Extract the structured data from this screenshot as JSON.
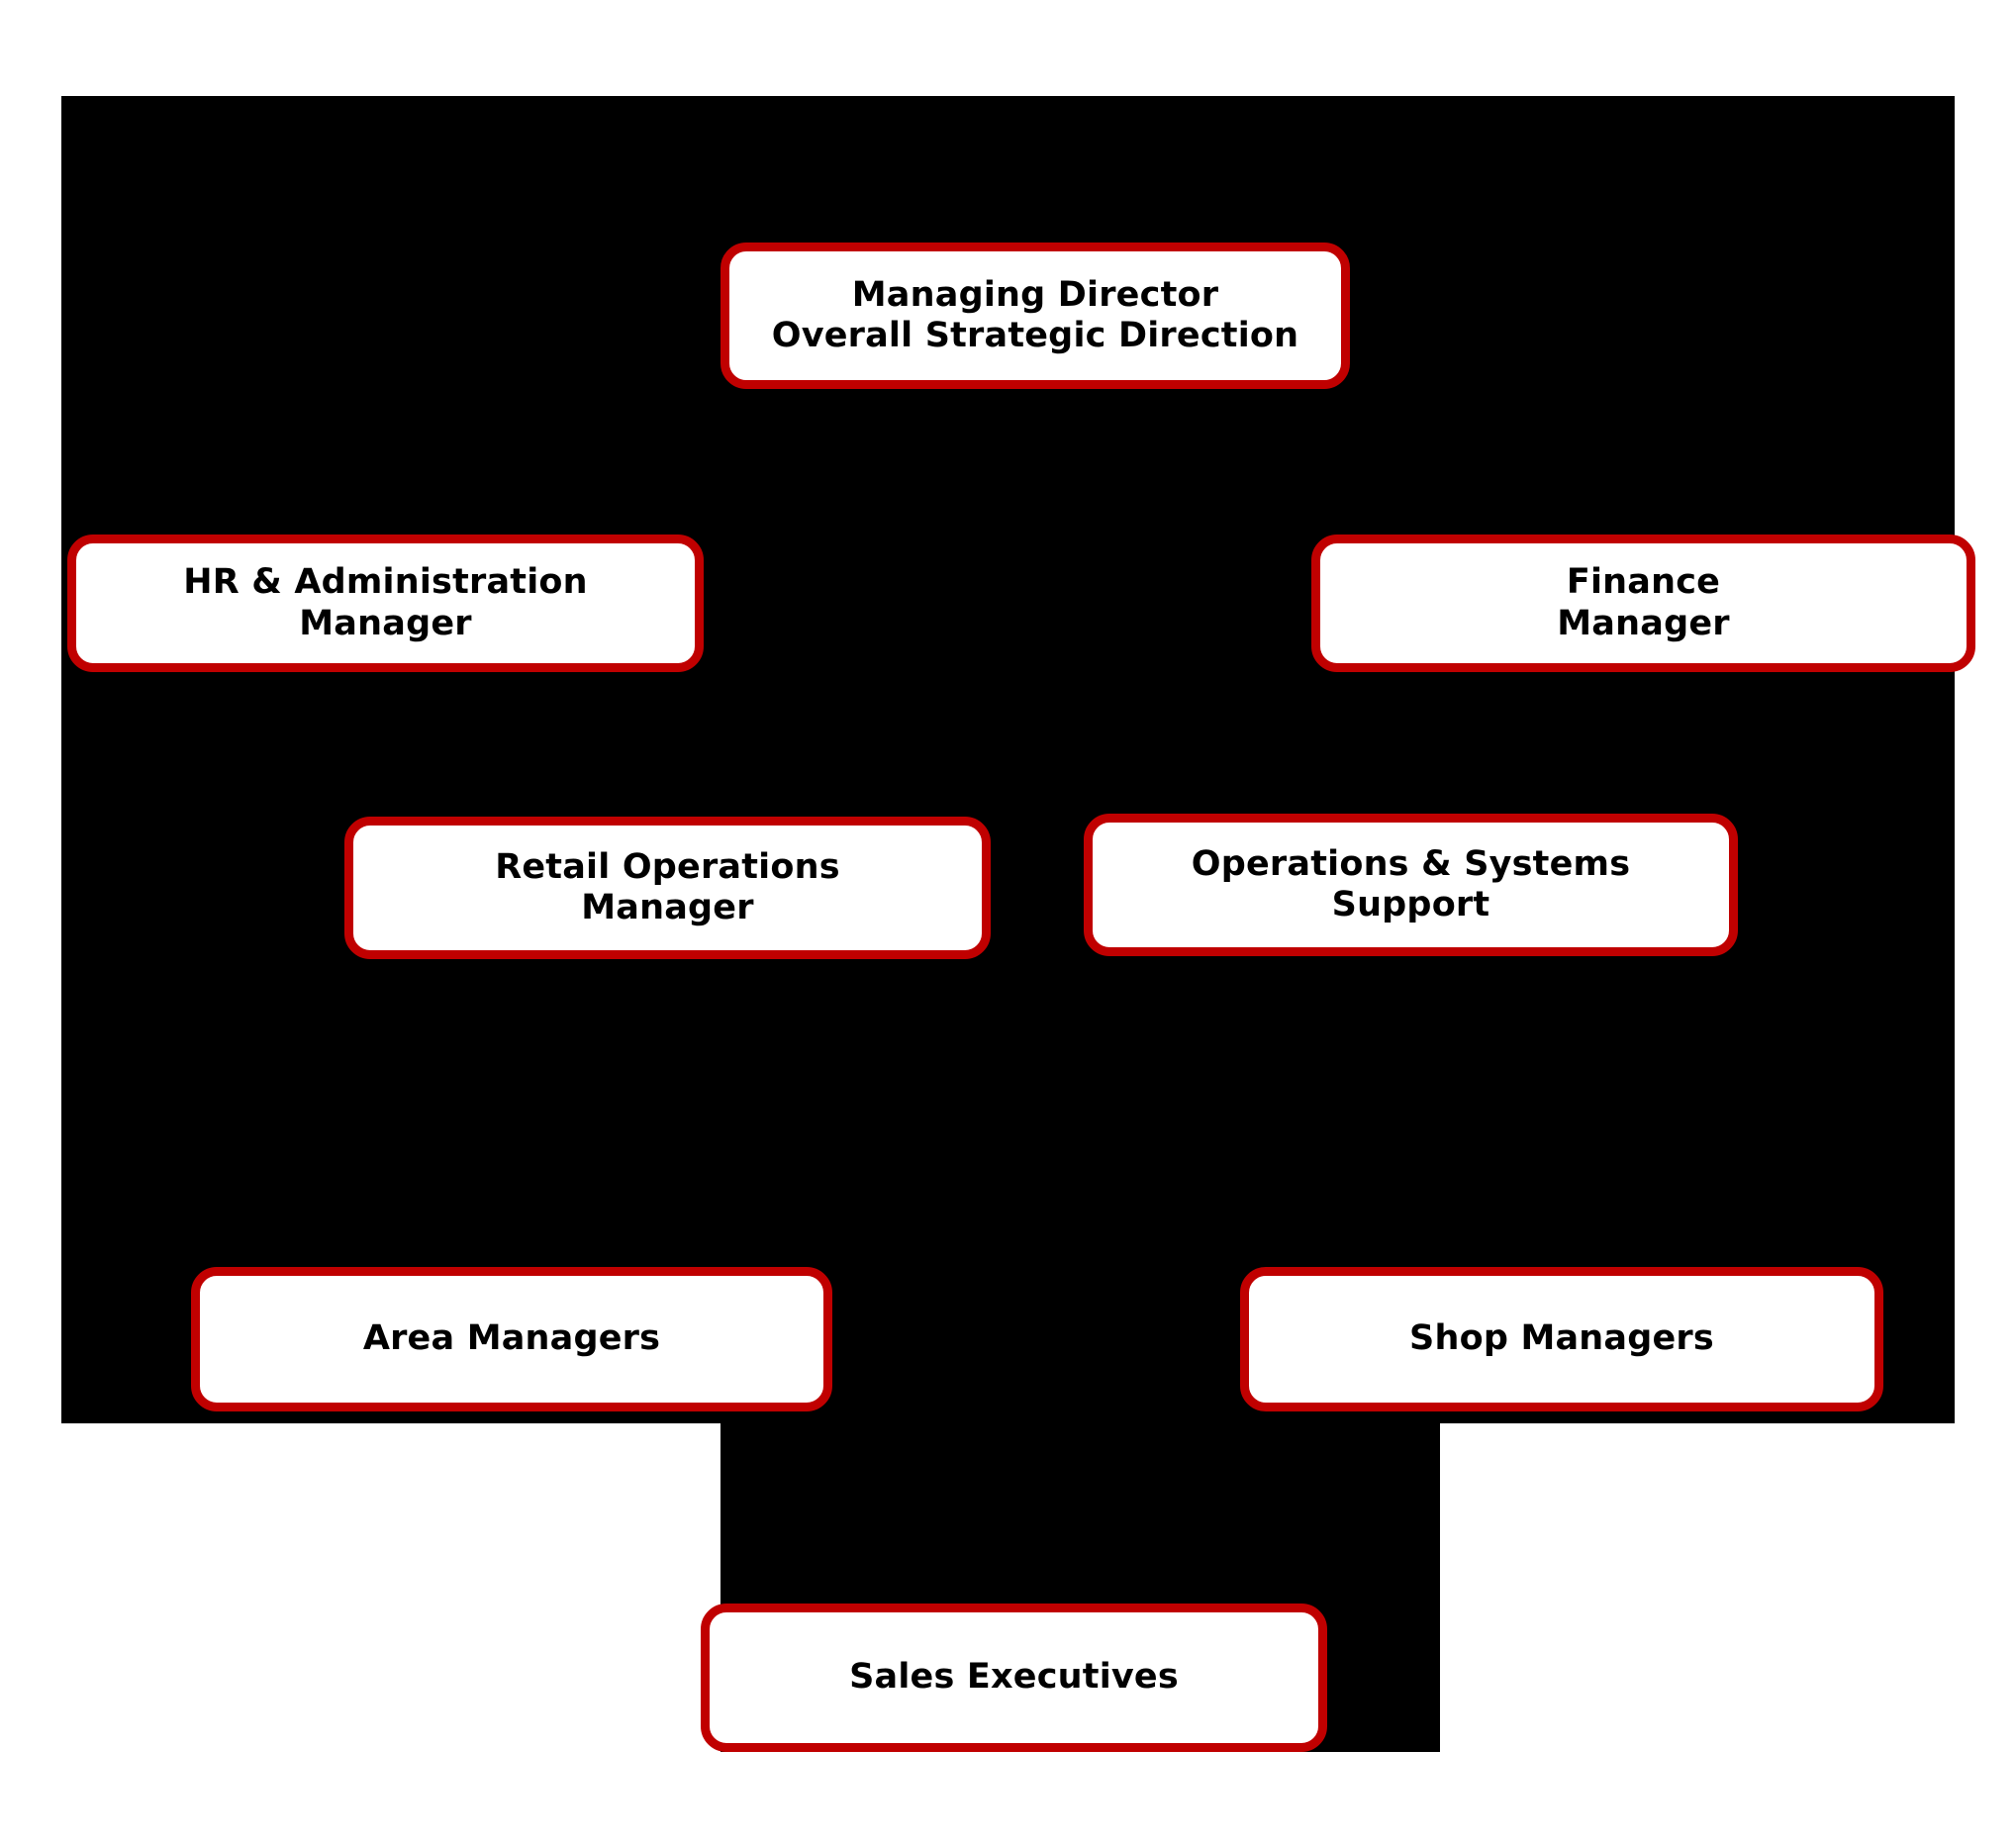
{
  "diagram": {
    "type": "organization-chart",
    "colors": {
      "node_border": "#c00000",
      "node_fill": "#ffffff",
      "node_text": "#000000",
      "backdrop": "#000000",
      "page_background": "#ffffff"
    },
    "nodes": [
      {
        "id": "managing-director",
        "label": "Managing Director\nOverall Strategic Direction",
        "level": 1
      },
      {
        "id": "hr-administration-manager",
        "label": "HR & Administration\nManager",
        "level": 2
      },
      {
        "id": "finance-manager",
        "label": "Finance\nManager",
        "level": 2
      },
      {
        "id": "retail-operations-manager",
        "label": "Retail Operations\nManager",
        "level": 3
      },
      {
        "id": "operations-systems-support",
        "label": "Operations & Systems\nSupport",
        "level": 3
      },
      {
        "id": "area-managers",
        "label": "Area Managers",
        "level": 4
      },
      {
        "id": "shop-managers",
        "label": "Shop Managers",
        "level": 4
      },
      {
        "id": "sales-executives",
        "label": "Sales Executives",
        "level": 5
      }
    ]
  }
}
